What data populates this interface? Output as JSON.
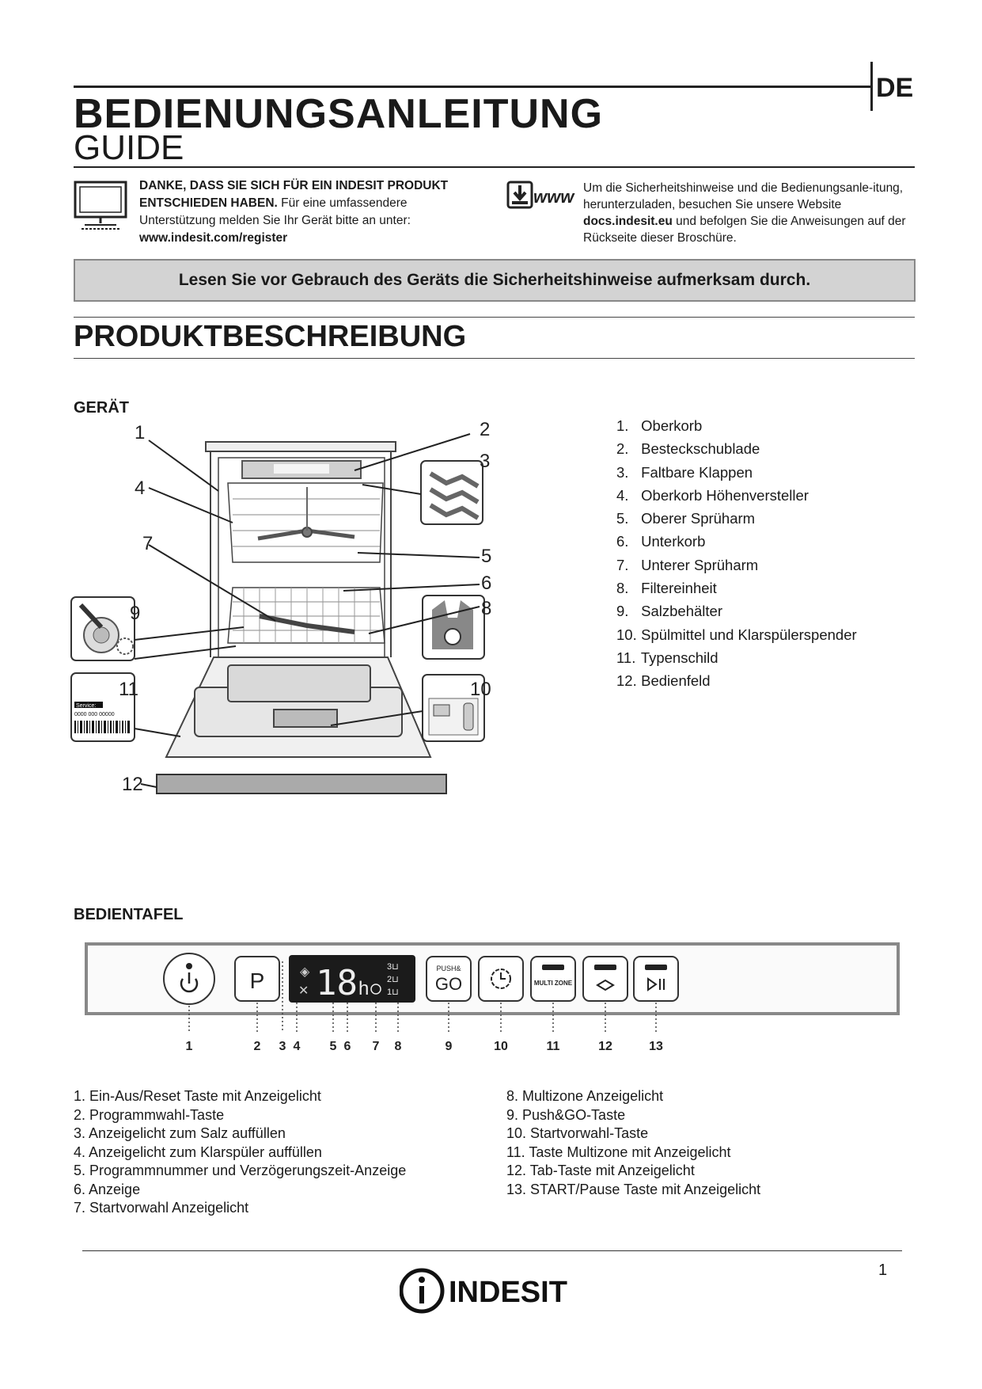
{
  "header": {
    "lang": "DE",
    "title": "BEDIENUNGSANLEITUNG",
    "subtitle": "GUIDE"
  },
  "intro": {
    "left_bold": "DANKE, DASS SIE SICH FÜR EIN INDESIT PRODUKT ENTSCHIEDEN HABEN.",
    "left_text": "Für eine umfassendere Unterstützung melden Sie Ihr Gerät bitte an unter:",
    "left_link": "www.indesit.com/register",
    "right_text1": "Um die Sicherheitshinweise und die Bedienungsanle-itung, herunterzuladen, besuchen Sie unsere Website",
    "right_link": "docs.indesit.eu",
    "right_text2": "und befolgen Sie die Anweisungen auf der Rückseite dieser Broschüre.",
    "dl_icon_text": "www"
  },
  "warning": "Lesen Sie vor Gebrauch des Geräts die Sicherheitshinweise aufmerksam durch.",
  "section_title": "PRODUKTBESCHREIBUNG",
  "device": {
    "heading": "GERÄT",
    "callouts": [
      "1",
      "2",
      "3",
      "4",
      "5",
      "6",
      "7",
      "8",
      "9",
      "10",
      "11",
      "12"
    ],
    "rating_plate": {
      "service": "Service:",
      "number": "0000 000 00000"
    },
    "parts": [
      {
        "n": "1.",
        "label": "Oberkorb"
      },
      {
        "n": "2.",
        "label": "Besteckschublade"
      },
      {
        "n": "3.",
        "label": "Faltbare Klappen"
      },
      {
        "n": "4.",
        "label": "Oberkorb Höhenversteller"
      },
      {
        "n": "5.",
        "label": "Oberer Sprüharm"
      },
      {
        "n": "6.",
        "label": "Unterkorb"
      },
      {
        "n": "7.",
        "label": "Unterer Sprüharm"
      },
      {
        "n": "8.",
        "label": "Filtereinheit"
      },
      {
        "n": "9.",
        "label": "Salzbehälter"
      },
      {
        "n": "10.",
        "label": "Spülmittel und Klarspülerspender"
      },
      {
        "n": "11.",
        "label": "Typenschild"
      },
      {
        "n": "12.",
        "label": "Bedienfeld"
      }
    ]
  },
  "panel": {
    "heading": "BEDIENTAFEL",
    "p_label": "P",
    "display_digits": "18",
    "display_h": "h",
    "push_go_small": "PUSH&",
    "push_go_big": "GO",
    "multi_zone": "MULTI ZONE",
    "callouts": [
      "1",
      "2",
      "3",
      "4",
      "5",
      "6",
      "7",
      "8",
      "9",
      "10",
      "11",
      "12",
      "13"
    ],
    "legend_left": [
      {
        "n": "1.",
        "label": "Ein-Aus/Reset Taste mit Anzeigelicht"
      },
      {
        "n": "2.",
        "label": "Programmwahl-Taste"
      },
      {
        "n": "3.",
        "label": "Anzeigelicht zum Salz auffüllen"
      },
      {
        "n": "4.",
        "label": "Anzeigelicht zum Klarspüler auffüllen"
      },
      {
        "n": "5.",
        "label": "Programmnummer und Verzögerungszeit-Anzeige"
      },
      {
        "n": "6.",
        "label": "Anzeige"
      },
      {
        "n": "7.",
        "label": "Startvorwahl Anzeigelicht"
      }
    ],
    "legend_right": [
      {
        "n": "8.",
        "label": "Multizone Anzeigelicht"
      },
      {
        "n": "9.",
        "label": "Push&GO-Taste"
      },
      {
        "n": "10.",
        "label": "Startvorwahl-Taste"
      },
      {
        "n": "11.",
        "label": "Taste Multizone mit Anzeigelicht"
      },
      {
        "n": "12.",
        "label": "Tab-Taste mit Anzeigelicht"
      },
      {
        "n": "13.",
        "label": "START/Pause Taste mit Anzeigelicht"
      }
    ]
  },
  "footer": {
    "brand": "INDESIT",
    "page": "1"
  }
}
